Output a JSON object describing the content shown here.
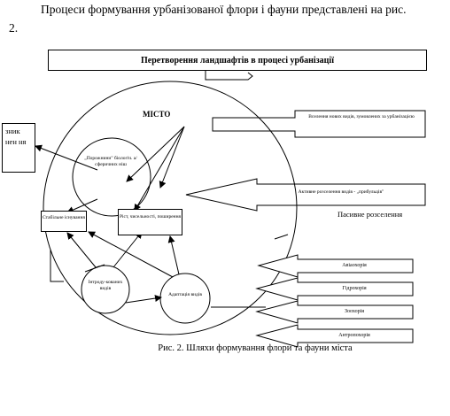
{
  "intro": {
    "line1": "Процеси формування урбанізованої флори і фауни представлені на рис.",
    "line2": "2."
  },
  "diagram": {
    "title": "Перетворення ландшафтів в процесі урбанізації",
    "city": "МІСТО",
    "vanishing": "зник нен ня",
    "urban_niches": "„Порожнини\" біологіч. а/сферичних ніш",
    "stable_existence": "Стабільне існування",
    "growth": "Ріст, чисельності, поширення",
    "introduction": "Інтроду-кованих видів",
    "adaptation": "Адаптація видів",
    "entry_arrow1": "Вселення нових видів, зумовлених за урбанізацією",
    "entry_arrow2": "Активне розселення видів - „прибульців\"",
    "passive": "Пасивне розселення",
    "pathways": [
      "Авіаохорія",
      "Гідрохорія",
      "Зоохорія",
      "Антропохорія"
    ]
  },
  "caption": "Рис. 2. Шляхи формування флори та фауни міста"
}
